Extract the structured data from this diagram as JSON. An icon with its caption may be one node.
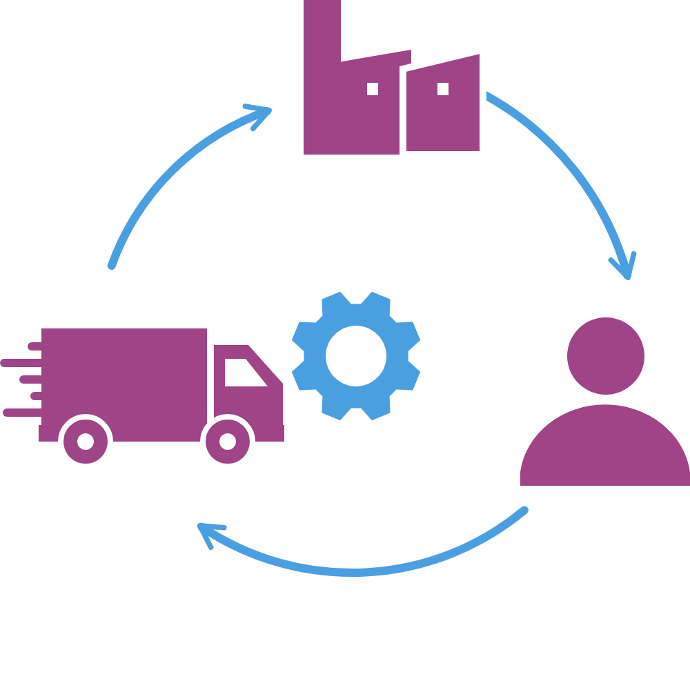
{
  "diagram": {
    "nodes": [
      {
        "text": [],
        "shape": "factory"
      },
      {
        "text": [],
        "shape": "truck"
      },
      {
        "text": [],
        "shape": "gear"
      },
      {
        "text": [],
        "shape": "person"
      }
    ],
    "edges": [
      {
        "from": 1,
        "to": 0,
        "arrow": "to"
      },
      {
        "from": 0,
        "to": 3,
        "arrow": "to"
      },
      {
        "from": 3,
        "to": 1,
        "arrow": "to"
      }
    ]
  }
}
